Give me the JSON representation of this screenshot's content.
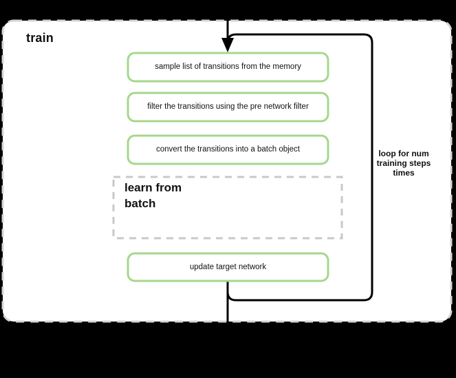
{
  "diagram": {
    "type": "flow-diagram",
    "container": {
      "title": "train"
    },
    "loop": {
      "label": "loop for num\ntraining steps\ntimes"
    },
    "nodes": [
      {
        "id": "sample",
        "label": "sample list of transitions from the memory"
      },
      {
        "id": "filter",
        "label": "filter the transitions using the pre network filter"
      },
      {
        "id": "convert",
        "label": "convert the transitions into a batch object"
      },
      {
        "id": "learn",
        "label": "learn from\nbatch"
      },
      {
        "id": "update",
        "label": "update target network"
      }
    ],
    "colors": {
      "background": "#000000",
      "container_fill": "#ffffff",
      "container_border": "#d5d5d5",
      "node_border": "#a5d78b",
      "node_fill": "#ffffff",
      "learn_border": "#c8c8c8",
      "loop_border": "#000000",
      "arrow": "#000000",
      "text": "#111111"
    }
  }
}
